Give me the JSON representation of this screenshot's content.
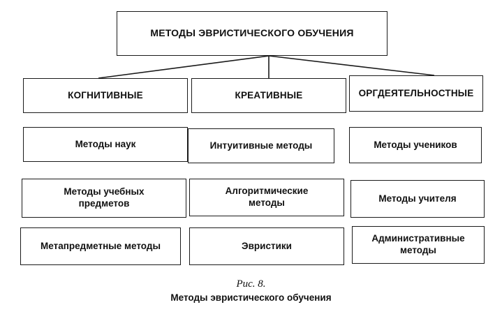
{
  "diagram": {
    "root": "МЕТОДЫ ЭВРИСТИЧЕСКОГО ОБУЧЕНИЯ",
    "categories": [
      {
        "label": "КОГНИТИВНЫЕ",
        "items": [
          "Методы наук",
          "Методы учебных предметов",
          "Метапредметные методы"
        ]
      },
      {
        "label": "КРЕАТИВНЫЕ",
        "items": [
          "Интуитивные методы",
          "Алгоритмические методы",
          "Эвристики"
        ]
      },
      {
        "label": "ОРГДЕЯТЕЛЬНОСТНЫЕ",
        "items": [
          "Методы учеников",
          "Методы учителя",
          "Административные методы"
        ]
      }
    ]
  },
  "caption": {
    "figure": "Рис. 8.",
    "title": "Методы эвристического обучения"
  }
}
